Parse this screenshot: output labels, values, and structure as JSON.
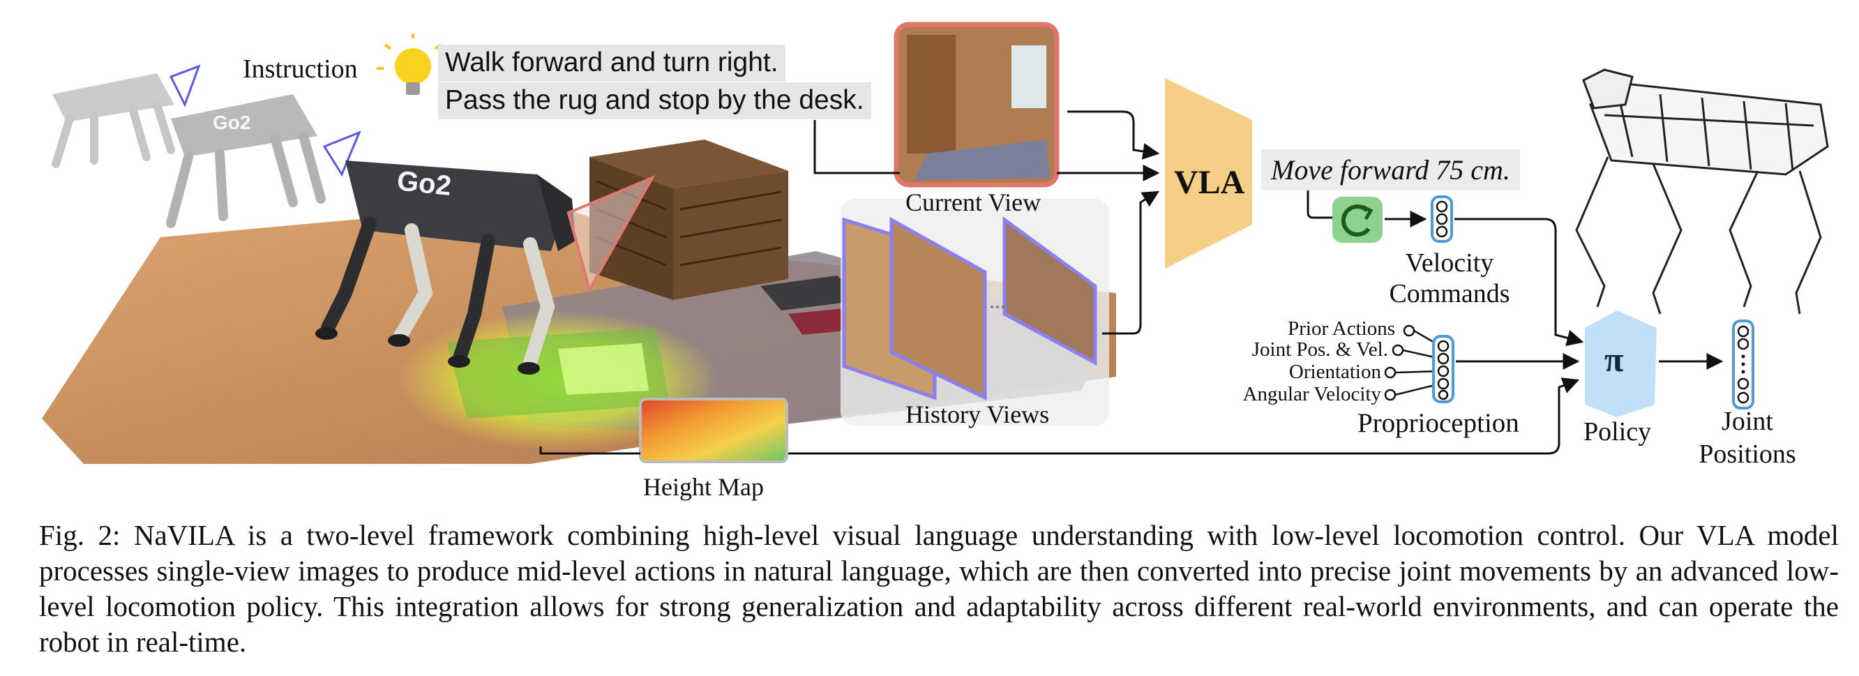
{
  "diagram": {
    "instruction_label": "Instruction",
    "instruction_lines": [
      "Walk forward and turn right.",
      "Pass the rug and stop by the desk."
    ],
    "current_view_label": "Current View",
    "history_views_label": "History Views",
    "height_map_label": "Height Map",
    "vla_label": "VLA",
    "mid_level_action": "Move forward 75 cm.",
    "velocity_label_lines": [
      "Velocity",
      "Commands"
    ],
    "proprioception_inputs": [
      "Prior Actions",
      "Joint Pos. & Vel.",
      "Orientation",
      "Angular Velocity"
    ],
    "proprioception_label": "Proprioception",
    "policy_symbol": "π",
    "policy_label": "Policy",
    "joint_label_lines": [
      "Joint",
      "Positions"
    ],
    "robot_text": "Go2",
    "colors": {
      "vla": "#f6cf86",
      "policy": "#bfe0f7",
      "current_view_border": "#e0756b",
      "history_view_border": "#8c7ff0",
      "controller": "#8fd18f",
      "vector_border": "#4f9bd6"
    },
    "icons": [
      "lightbulb-icon",
      "refresh-icon"
    ]
  },
  "caption": {
    "text": "Fig. 2: NaVILA is a two-level framework combining high-level visual language understanding with low-level locomotion control. Our VLA model processes single-view images to produce mid-level actions in natural language, which are then converted into precise joint movements by an advanced low-level locomotion policy. This integration allows for strong generalization and adaptability across different real-world environments, and can operate the robot in real-time."
  }
}
